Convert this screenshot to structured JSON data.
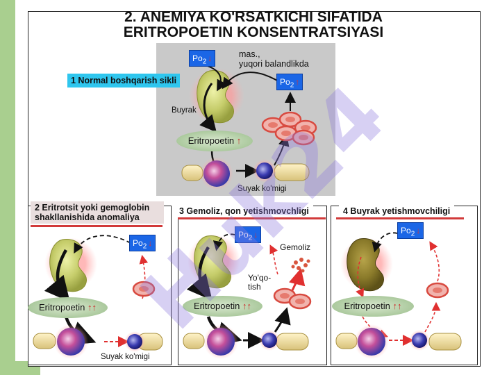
{
  "title": {
    "line1": "2. ANEMIYA KO'RSATKICHI SIFATIDA",
    "line2": "ERITROPOETIN KONSENTRATSIYASI"
  },
  "watermark": "Huk24",
  "colors": {
    "sidebar": "#a9cf8f",
    "po2_box": "#1b66e6",
    "panel_title_line": "#d23a3a",
    "normal_label_bg": "#2fc6ee",
    "arrow_red": "#e03030",
    "ellipse_green": "#a8c79a"
  },
  "main_cycle": {
    "label": "1 Normal boshqarish sikli",
    "po2_left": {
      "text": "Po",
      "sub": "2",
      "arrow": "↓"
    },
    "po2_right": {
      "text": "Po",
      "sub": "2",
      "arrow": "↑"
    },
    "note": "mas.,\nyuqori balandlikda",
    "kidney_label": "Buyrak",
    "epo": {
      "text": "Eritropoetin",
      "arrow": "↑"
    },
    "marrow_label": "Suyak ko'migi"
  },
  "panels": [
    {
      "title": "2 Eritrotsit yoki gemoglobin shakllanishida anomaliya",
      "po2": {
        "text": "Po",
        "sub": "2",
        "arrow": "↓"
      },
      "epo": {
        "text": "Eritropoetin",
        "arrow": "↑↑"
      },
      "marrow_label": "Suyak ko'migi"
    },
    {
      "title": "3 Gemoliz, qon yetishmovchligi",
      "po2": {
        "text": "Po",
        "sub": "2",
        "arrow": "↓"
      },
      "epo": {
        "text": "Eritropoetin",
        "arrow": "↑↑"
      },
      "hemolysis_label": "Gemoliz",
      "loss_label": "Yo'qo-\ntish"
    },
    {
      "title": "4 Buyrak yetishmovchiligi",
      "po2": {
        "text": "Po",
        "sub": "2",
        "arrow": "↓"
      },
      "epo": {
        "text": "Eritropoetin",
        "arrow": "↑↑"
      }
    }
  ]
}
